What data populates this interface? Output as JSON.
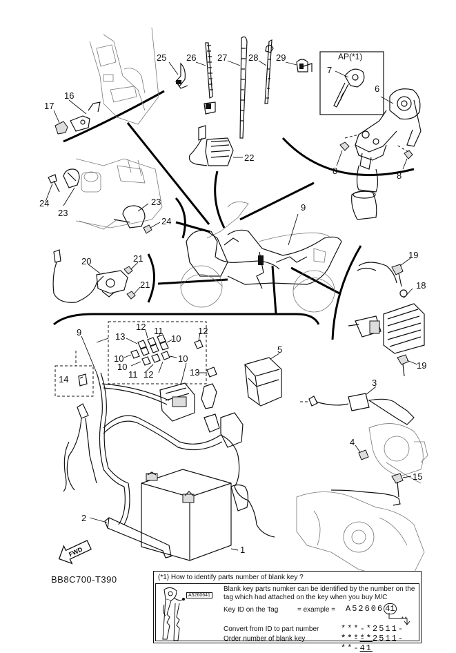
{
  "diagram_code": "BB8C700-T390",
  "ap_label": "AP(*1)",
  "fwd_label": "FWD",
  "callouts": {
    "c1": "1",
    "c2": "2",
    "c3": "3",
    "c4": "4",
    "c5": "5",
    "c6": "6",
    "c7": "7",
    "c8a": "8",
    "c8b": "8",
    "c9a": "9",
    "c9b": "9",
    "c10a": "10",
    "c10b": "10",
    "c10c": "10",
    "c10d": "10",
    "c11a": "11",
    "c11b": "11",
    "c12a": "12",
    "c12b": "12",
    "c12c": "12",
    "c13a": "13",
    "c13b": "13",
    "c14": "14",
    "c15": "15",
    "c16": "16",
    "c17": "17",
    "c18": "18",
    "c19a": "19",
    "c19b": "19",
    "c20": "20",
    "c21a": "21",
    "c21b": "21",
    "c22": "22",
    "c23a": "23",
    "c23b": "23",
    "c24a": "24",
    "c24b": "24",
    "c25": "25",
    "c26": "26",
    "c27": "27",
    "c28": "28",
    "c29": "29"
  },
  "key_box": {
    "title": "(*1) How to identify parts number of blank key ?",
    "description_line1": "Blank key parts numker can be identified by the number on the",
    "description_line2": "tag which had attached on the key when you buy M/C",
    "tag_text": "A5260641",
    "key_id_label": "Key ID on the Tag",
    "example_label": "= example =",
    "key_id_value": "A52606",
    "key_id_circled": "41",
    "marker": "**",
    "convert_label": "Convert from ID to part number",
    "convert_value": "***-*2511-**-",
    "convert_tail": "**",
    "order_label": "Order number of blank key",
    "order_value": "***-*2511-**-",
    "order_tail": "41"
  }
}
